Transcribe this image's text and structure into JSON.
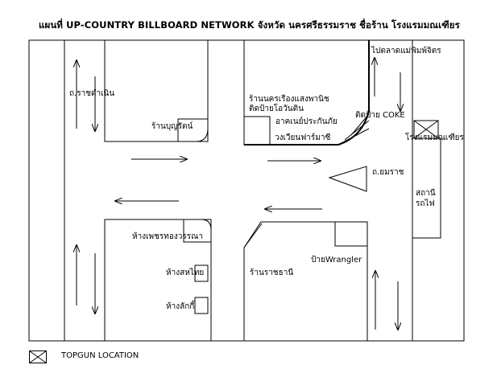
{
  "title": "แผนที่ UP-COUNTRY BILLBOARD NETWORK จังหวัด นครศรีธรรมราช ชื่อร้าน  โรงแรมมณเฑียร",
  "labels": {
    "road_rajdamnern": "ถ.ราชดำเนิน",
    "shop_boonyarat": "ร้านบุญรัตน์",
    "shop_nakhon_ruang": "ร้านนครเรืองแสงพานิช",
    "billboard_sign": "ติดป้ายโอวันติน",
    "insurance_building": "อาคเนย์ประกันภัย",
    "circle_pharmacy": "วงเวียนฟาร์มาซี",
    "to_market": "ไปตลาดแม่พิมพ์จิตร",
    "coke_sign": "ติดป้าย COKE",
    "hotel": "โรงแรมมณเฑียร",
    "road_yommarat": "ถ.ยมราช",
    "station_line1": "สถานี",
    "station_line2": "รถไฟ",
    "shop_phet_thong": "ห้างเพชรทองวรรณา",
    "shop_sahathai": "ห้างสหไทย",
    "shop_lakki": "ห้างลักกี้",
    "shop_rajthani": "ร้านราชธานี",
    "sign_wrangler": "ป้ายWrangler"
  },
  "legend": {
    "label": "TOPGUN LOCATION",
    "icon": "crossed-box-icon"
  },
  "colors": {
    "line": "#000000",
    "background": "#ffffff"
  }
}
